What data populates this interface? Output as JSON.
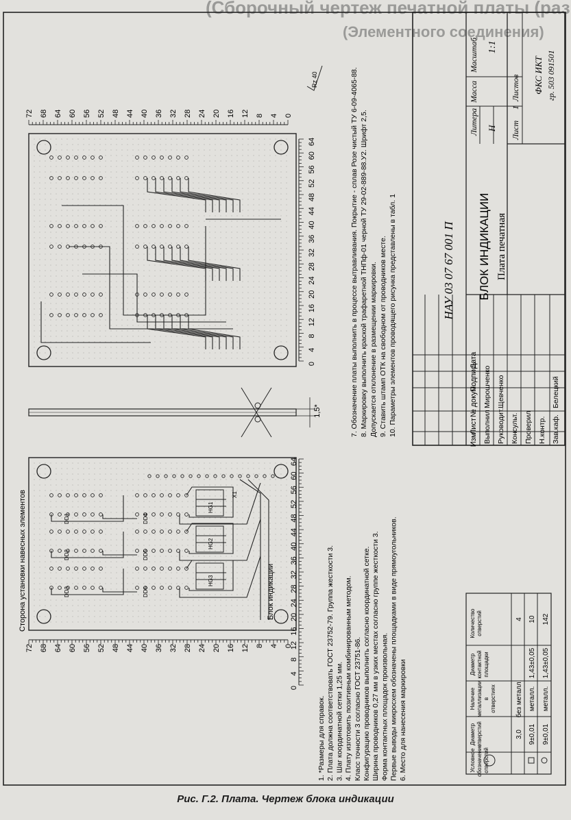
{
  "bleed_title": {
    "line1": "(Сборочный чертеж печатной платы (разработано",
    "line2": "(Элементного соединения)"
  },
  "caption": "Рис. Г.2. Плата. Чертеж блока индикации",
  "left_board": {
    "header": "Сторона установки навесных элементов",
    "block_label": "Блок индикации",
    "connector": "X1",
    "chips_top": [
      "DD4",
      "DD5",
      "DD6"
    ],
    "chips_bottom": [
      "DD1",
      "DD2",
      "DD3"
    ],
    "indicators": [
      "HG1",
      "HG2",
      "HG3"
    ],
    "y_scale": [
      "72",
      "68",
      "64",
      "60",
      "56",
      "52",
      "48",
      "44",
      "40",
      "36",
      "32",
      "28",
      "24",
      "20",
      "16",
      "12",
      "8",
      "4",
      "0"
    ],
    "x_scale": [
      "0",
      "4",
      "8",
      "12",
      "16",
      "20",
      "24",
      "28",
      "32",
      "36",
      "40",
      "44",
      "48",
      "52",
      "56",
      "60",
      "64"
    ]
  },
  "right_board": {
    "y_scale": [
      "72",
      "68",
      "64",
      "60",
      "56",
      "52",
      "48",
      "44",
      "40",
      "36",
      "32",
      "28",
      "24",
      "20",
      "16",
      "12",
      "8",
      "4",
      "0"
    ],
    "x_scale": [
      "64",
      "60",
      "56",
      "52",
      "48",
      "44",
      "40",
      "36",
      "32",
      "28",
      "24",
      "20",
      "16",
      "12",
      "8",
      "4",
      "0"
    ],
    "roughness": "Rz 40"
  },
  "thickness": "1,5*",
  "notes_left": [
    "1. *Размеры для справок.",
    "2. Плата должна соответствовать ГОСТ 23752-79. Группа жесткости 3.",
    "3. Шаг координатной сетки 1,25 мм.",
    "4. Плату изготовить позитивным комбинированным методом.",
    "Класс точности 3 согласно ГОСТ 23751-86.",
    "Конфигурацию проводников выполнить согласно координатной сетке.",
    "Ширина проводников 0,27 мм в узких местах согласно группе жесткости 3.",
    "Форма контактных площадок произвольная.",
    "Первые выводы микросхем обозначены площадками в виде прямоугольников.",
    "6. Место для нанесения маркировки"
  ],
  "notes_right": [
    "7. Обозначение платы выполнить в процессе вытравливания. Покрытие - сплав Розе чистый ТУ 6-09-4065-88.",
    "8. Маркировку выполнить краской трафаретной ТНПф-01 черной ТУ 29-02-889-88.У2. Шрифт 2,5.",
    "Допускается отклонение в размещении маркировки.",
    "9. Ставить штамп ОТК на свободном от проводников месте.",
    "10. Параметры элементов проводящего рисунка представлены в табл. 1"
  ],
  "holes_table": {
    "headers": [
      "Условное обозначение отверстий",
      "Диаметр отверстий",
      "Наличие металлизации в отверстиях",
      "Диаметр контактной площадки",
      "Количество отверстий"
    ],
    "rows": [
      {
        "symbol": "circle-small",
        "diam": "9±0,01",
        "metal": "металл.",
        "pad": "1,43±0,05",
        "count": "142"
      },
      {
        "symbol": "square",
        "diam": "9±0,01",
        "metal": "металл.",
        "pad": "1,43±0,05",
        "count": "10"
      },
      {
        "symbol": "circle-large",
        "diam": "3,0",
        "metal": "без металл.",
        "pad": "",
        "count": "4"
      }
    ]
  },
  "title_block": {
    "doc_number": "НАУ 03 07 67 001 П",
    "title": "БЛОК ИНДИКАЦИИ",
    "subtitle": "Плата печатная",
    "litera_label": "Литера",
    "litera_value": "Н",
    "mass_label": "Масса",
    "scale_label": "Масштаб",
    "scale_value": "1:1",
    "sheet_label": "Лист",
    "sheet_value": "1",
    "sheets_label": "Листов",
    "org_line1": "ФКС ИКТ",
    "org_line2": "гр. 503  091501",
    "col_headers": [
      "Изм",
      "Лист",
      "№ докум.",
      "Подпись",
      "Дата"
    ],
    "roles": [
      {
        "role": "Выполнил",
        "name": "Мирошченко"
      },
      {
        "role": "Руководит.",
        "name": "Щевченко"
      },
      {
        "role": "Консульт.",
        "name": ""
      },
      {
        "role": "Проверил",
        "name": ""
      },
      {
        "role": "Н.контр.",
        "name": ""
      },
      {
        "role": "Зав.каф.",
        "name": "Белецкий"
      }
    ]
  }
}
